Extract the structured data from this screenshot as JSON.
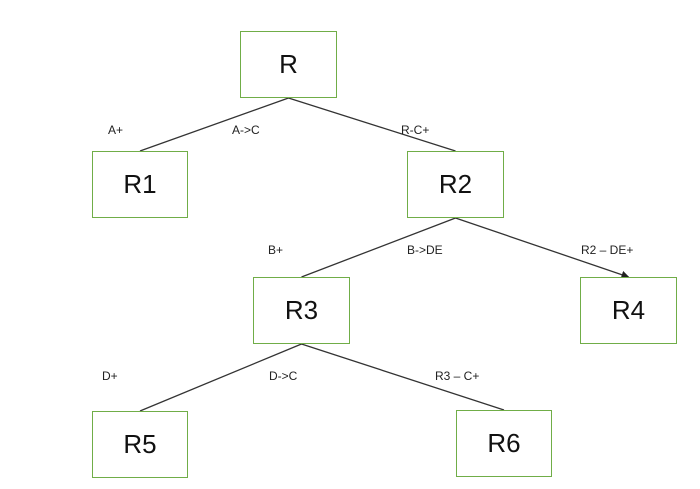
{
  "diagram": {
    "type": "decomposition-tree",
    "colors": {
      "node_border": "#70ad47",
      "edge": "#333333",
      "text": "#111111"
    },
    "nodes": [
      {
        "id": "R",
        "label": "R"
      },
      {
        "id": "R1",
        "label": "R1"
      },
      {
        "id": "R2",
        "label": "R2"
      },
      {
        "id": "R3",
        "label": "R3"
      },
      {
        "id": "R4",
        "label": "R4"
      },
      {
        "id": "R5",
        "label": "R5"
      },
      {
        "id": "R6",
        "label": "R6"
      }
    ],
    "edges": [
      {
        "from": "R",
        "to": "R1",
        "arrow": false
      },
      {
        "from": "R",
        "to": "R2",
        "arrow": false
      },
      {
        "from": "R2",
        "to": "R3",
        "arrow": false
      },
      {
        "from": "R2",
        "to": "R4",
        "arrow": true
      },
      {
        "from": "R3",
        "to": "R5",
        "arrow": false
      },
      {
        "from": "R3",
        "to": "R6",
        "arrow": false
      }
    ],
    "labels": {
      "r_left_closure": "A+",
      "r_dependency": "A->C",
      "r_right_remainder": "R-C+",
      "r2_left_closure": "B+",
      "r2_dependency": "B->DE",
      "r2_right_remainder": "R2 – DE+",
      "r3_left_closure": "D+",
      "r3_dependency": "D->C",
      "r3_right_remainder": "R3 – C+"
    }
  }
}
